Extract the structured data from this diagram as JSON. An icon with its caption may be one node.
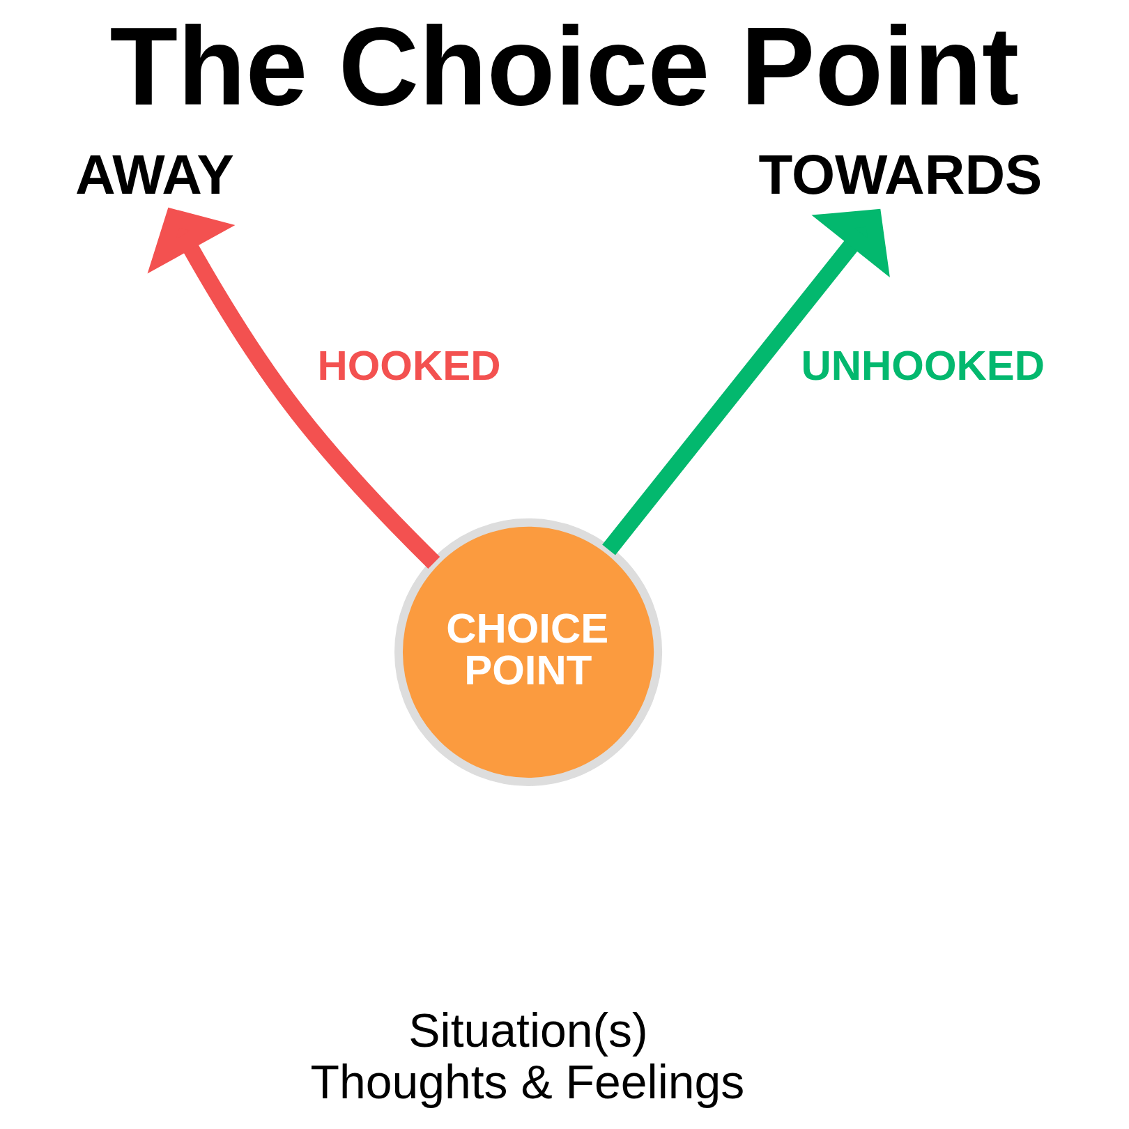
{
  "diagram": {
    "title": "The Choice Point",
    "nodes": [
      {
        "text": [
          "AWAY"
        ]
      },
      {
        "text": [
          "TOWARDS"
        ]
      },
      {
        "text": [
          "CHOICE POINT"
        ],
        "beside": [
          "Situation(s)",
          "Thoughts & Feelings"
        ]
      }
    ],
    "edges": [
      {
        "from": 2,
        "to": 0,
        "arrow": "to",
        "label": "HOOKED",
        "color": "#f35150"
      },
      {
        "from": 2,
        "to": 1,
        "arrow": "to",
        "label": "UNHOOKED",
        "color": "#03b86e"
      }
    ]
  }
}
